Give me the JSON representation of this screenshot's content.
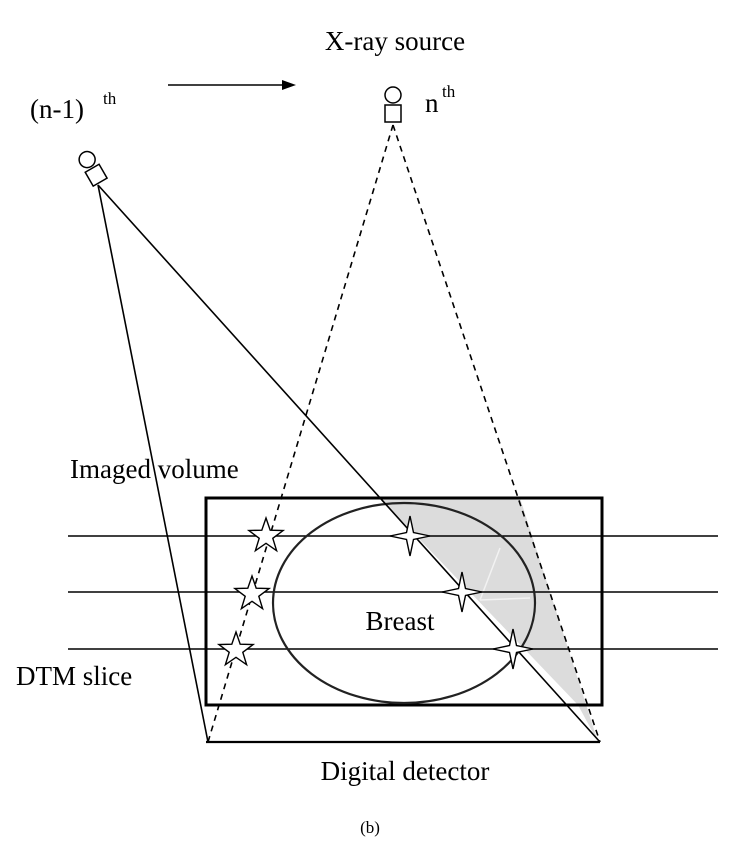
{
  "labels": {
    "xray_source": "X-ray source",
    "prev_source": "(n-1)",
    "prev_source_sup": "th",
    "curr_source": "n",
    "curr_source_sup": "th",
    "imaged_volume": "Imaged volume",
    "breast": "Breast",
    "dtm_slice": "DTM slice",
    "digital_detector": "Digital detector",
    "panel": "(b)"
  },
  "colors": {
    "stroke": "#000000",
    "breast_outline": "#333333",
    "shaded_region": "#dcdcdc"
  }
}
